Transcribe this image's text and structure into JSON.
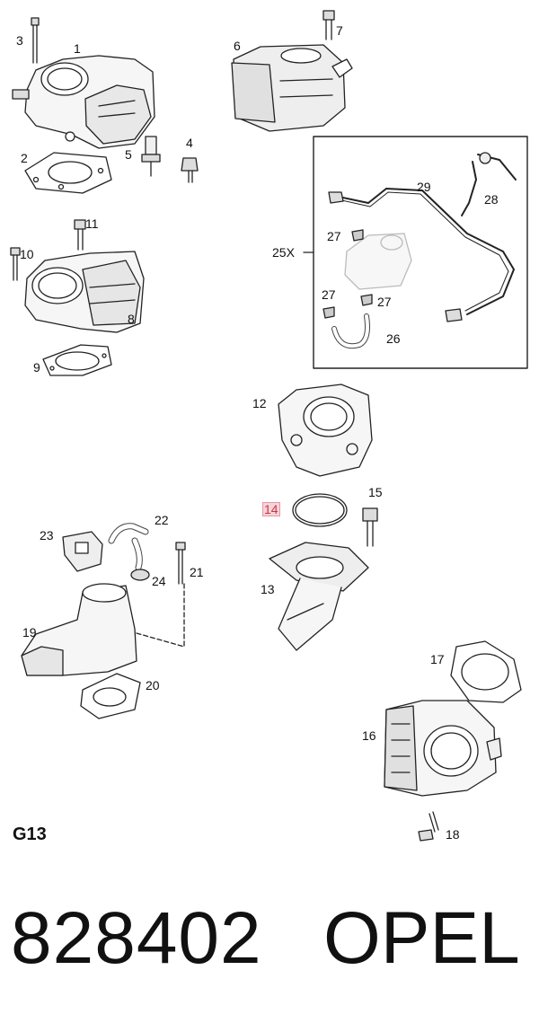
{
  "diagram": {
    "section_code": "G13",
    "part_number": "828402",
    "brand": "OPEL",
    "callouts": {
      "c1": "1",
      "c2": "2",
      "c3": "3",
      "c4": "4",
      "c5": "5",
      "c6": "6",
      "c7": "7",
      "c8": "8",
      "c9": "9",
      "c10": "10",
      "c11": "11",
      "c12": "12",
      "c13": "13",
      "c14": "14",
      "c15": "15",
      "c16": "16",
      "c17": "17",
      "c18": "18",
      "c19": "19",
      "c20": "20",
      "c21": "21",
      "c22": "22",
      "c23": "23",
      "c24": "24",
      "c25x": "25X",
      "c26": "26",
      "c27a": "27",
      "c27b": "27",
      "c27c": "27",
      "c28": "28",
      "c29": "29"
    },
    "highlighted_callout": "14"
  }
}
